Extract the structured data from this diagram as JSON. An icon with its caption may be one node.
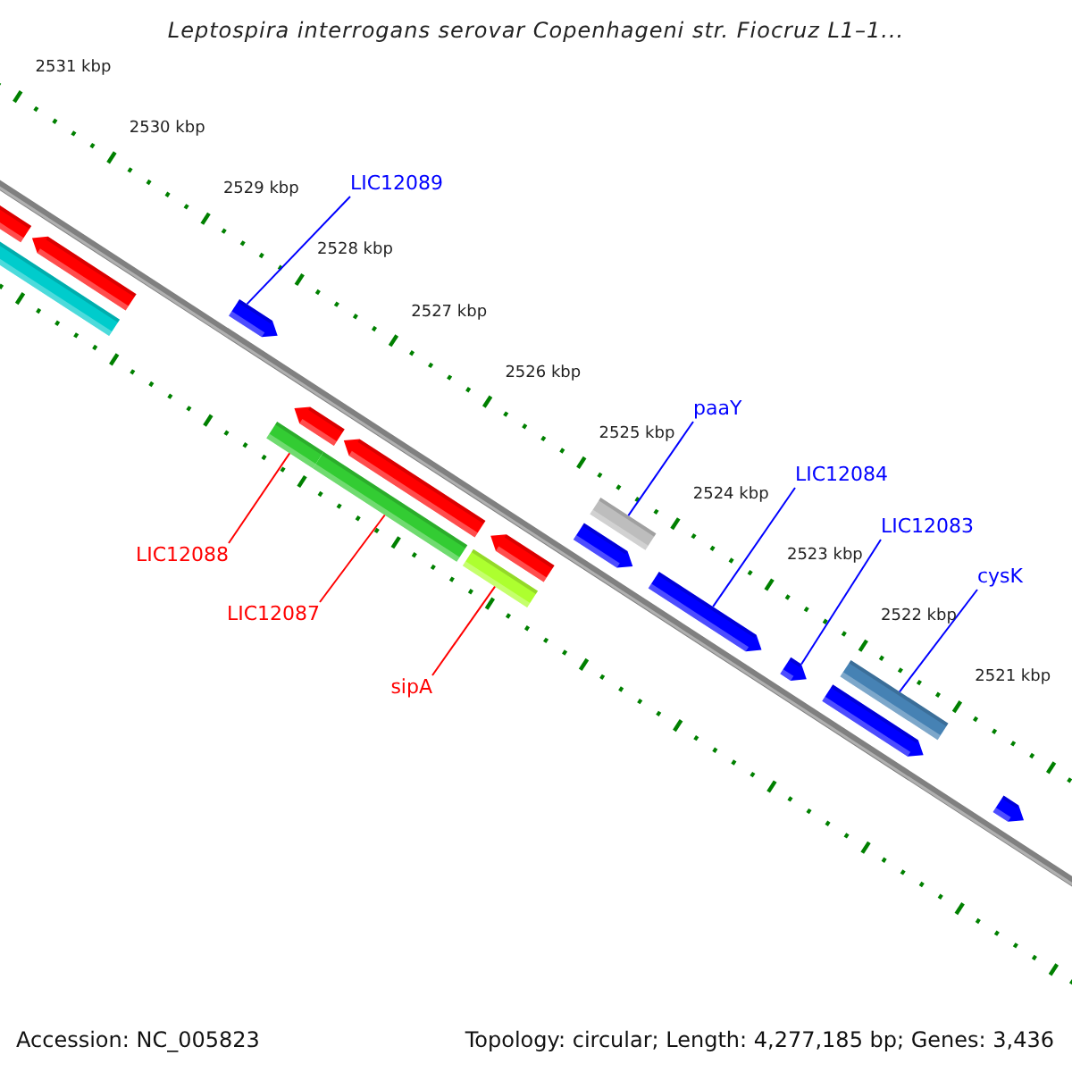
{
  "diagram": {
    "title": "Leptospira interrogans serovar Copenhageni str. Fiocruz L1–1...",
    "nodes": [
      {
        "text": [
          "LIC12089"
        ]
      },
      {
        "text": [
          "paaY"
        ]
      },
      {
        "text": [
          "LIC12084"
        ]
      },
      {
        "text": [
          "LIC12083"
        ]
      },
      {
        "text": [
          "cysK"
        ]
      },
      {
        "text": [
          "LIC12088"
        ]
      },
      {
        "text": [
          "LIC12087"
        ]
      },
      {
        "text": [
          "sipA"
        ]
      },
      {
        "text": [],
        "shape": "arrow"
      },
      {
        "text": [],
        "shape": "bar"
      },
      {
        "text": [],
        "shape": "arrow"
      },
      {
        "text": [],
        "shape": "arrow"
      },
      {
        "text": [],
        "shape": "bar"
      },
      {
        "text": [],
        "shape": "bar"
      },
      {
        "text": [],
        "shape": "bar"
      },
      {
        "text": [],
        "shape": "bar"
      },
      {
        "text": [],
        "shape": "bar"
      },
      {
        "text": [],
        "shape": "arrow"
      },
      {
        "text": [],
        "shape": "arrow"
      },
      {
        "text": [],
        "shape": "arrow"
      },
      {
        "text": [],
        "shape": "arrow"
      },
      {
        "text": [],
        "shape": "arrow"
      },
      {
        "text": [],
        "shape": "arrow"
      },
      {
        "text": [],
        "shape": "arrow"
      },
      {
        "text": [],
        "shape": "arrow"
      }
    ],
    "edges": [
      {
        "from": 0,
        "to": 8,
        "arrow": "none"
      },
      {
        "from": 1,
        "to": 9,
        "arrow": "none"
      },
      {
        "from": 2,
        "to": 10,
        "arrow": "none"
      },
      {
        "from": 3,
        "to": 11,
        "arrow": "none"
      },
      {
        "from": 4,
        "to": 12,
        "arrow": "none"
      },
      {
        "from": 5,
        "to": 13,
        "arrow": "none",
        "color": "#ff0000"
      },
      {
        "from": 6,
        "to": 14,
        "arrow": "none",
        "color": "#ff0000"
      },
      {
        "from": 7,
        "to": 15,
        "arrow": "none",
        "color": "#ff0000"
      }
    ],
    "labels": [
      "2531 kbp",
      "2530 kbp",
      "2529 kbp",
      "2528 kbp",
      "2527 kbp",
      "2526 kbp",
      "2525 kbp",
      "2524 kbp",
      "2523 kbp",
      "2522 kbp",
      "2521 kbp",
      "Accession: NC_005823",
      "Topology: circular; Length: 4,277,185 bp; Genes: 3,436"
    ]
  }
}
